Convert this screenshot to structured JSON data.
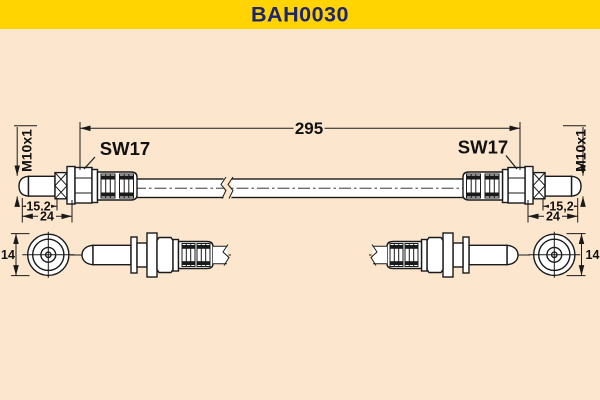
{
  "header": {
    "title": "BAH0030",
    "background": "#FFD400",
    "text_color": "#1E2572"
  },
  "drawing": {
    "background": "#FCE7CE",
    "line_color": "#1A1A1A",
    "part_type": "brake-hose-technical-drawing",
    "labels": {
      "length": "295",
      "wrench_size_left": "SW17",
      "wrench_size_right": "SW17",
      "thread_left": "M10x1",
      "thread_right": "M10x1",
      "thread_length_left": "15,2",
      "thread_length_right": "15,2",
      "fitting_length_left": "24",
      "fitting_length_right": "24",
      "diameter_left": "14",
      "diameter_right": "14"
    }
  }
}
